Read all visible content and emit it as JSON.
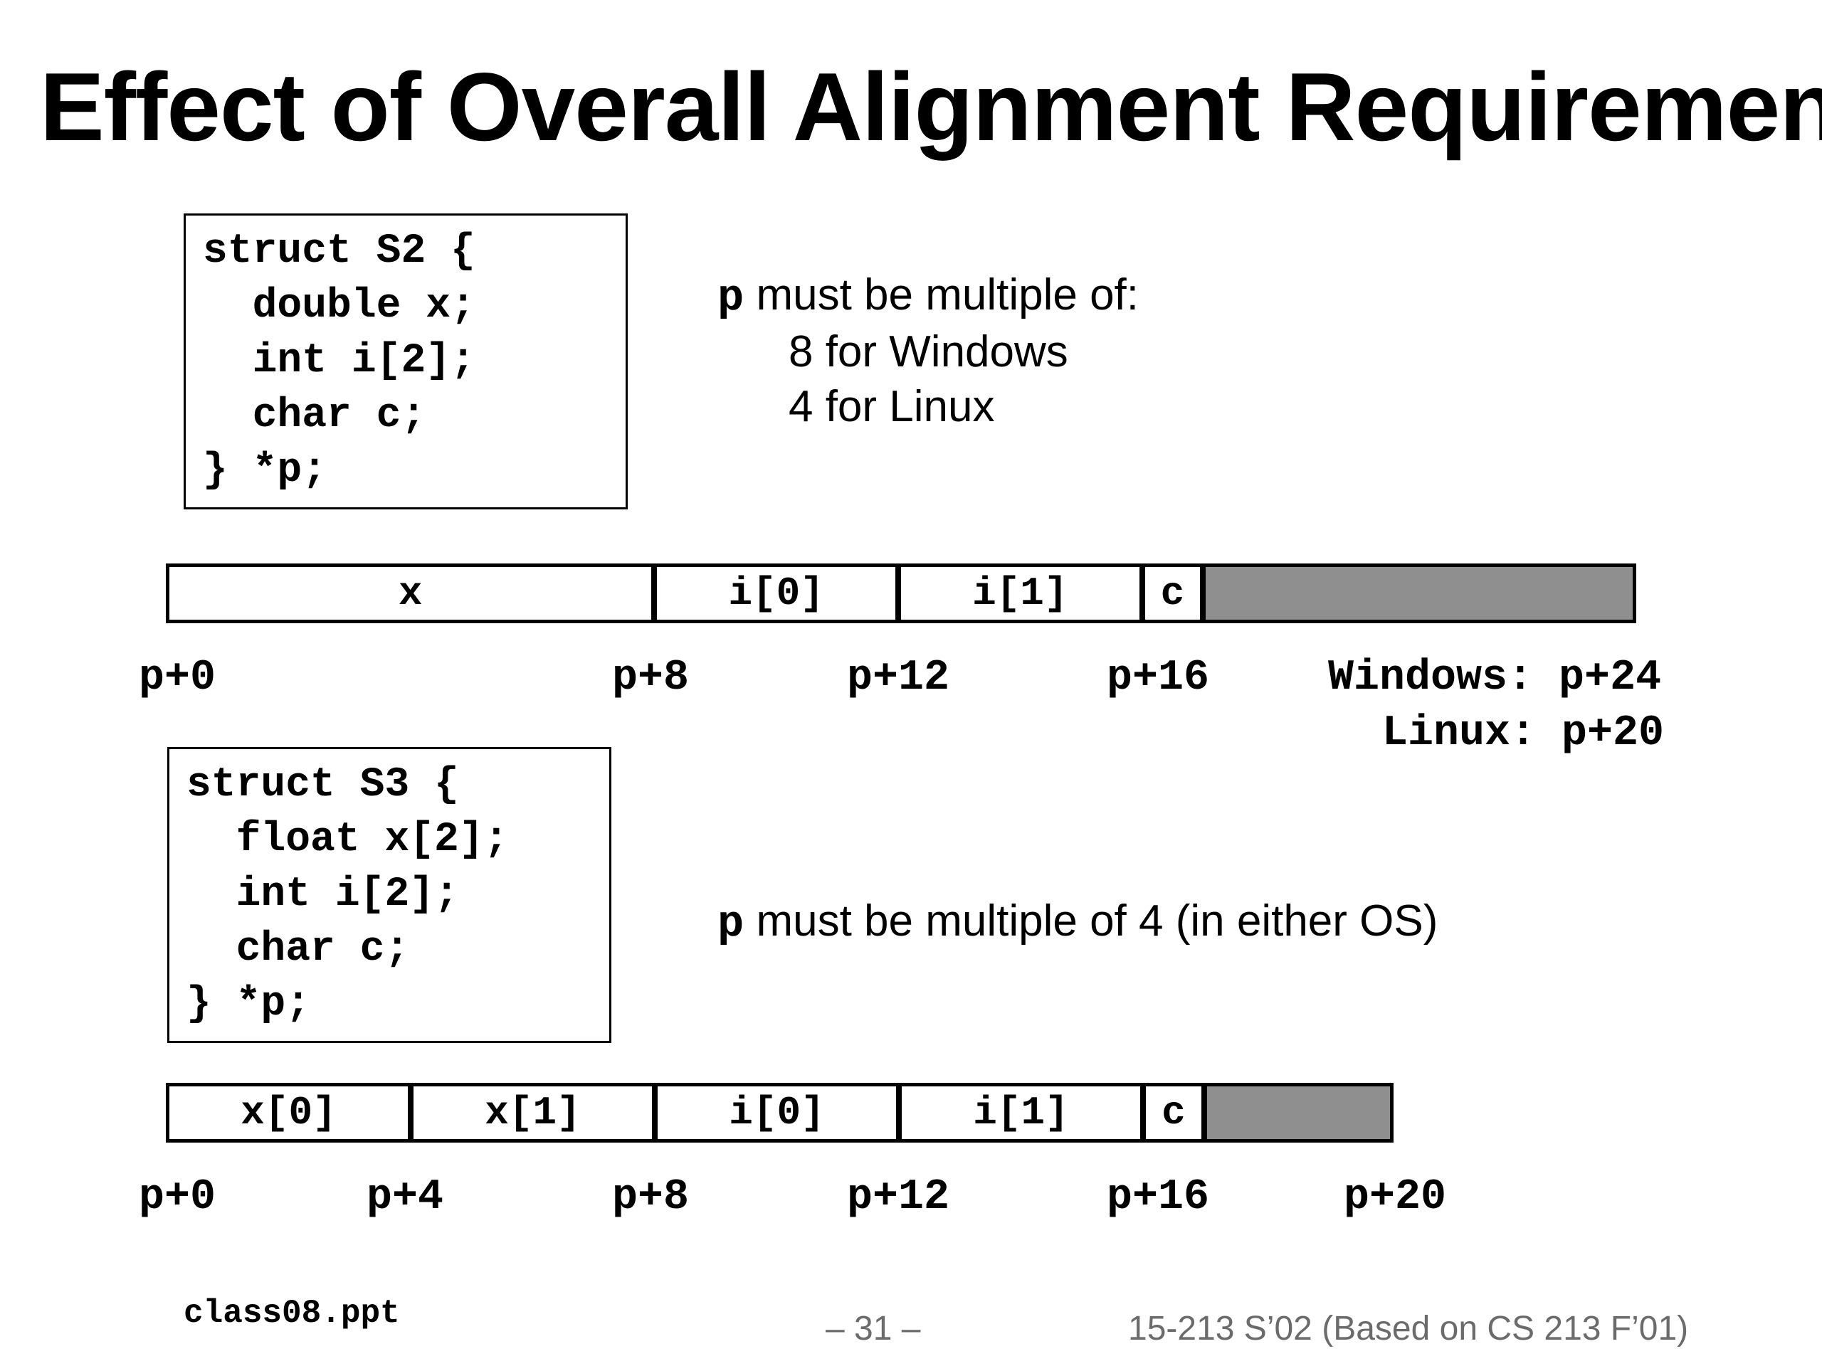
{
  "title": "Effect of Overall Alignment Requirement",
  "s2": {
    "code": [
      "struct S2 {",
      "  double x;",
      "  int i[2];",
      "  char c;",
      "} *p;"
    ],
    "note": {
      "var": "p",
      "text": " must be multiple of:",
      "lines": [
        "8 for Windows",
        "4 for Linux"
      ]
    },
    "cells": [
      {
        "label": "x",
        "bytes": 8
      },
      {
        "label": "i[0]",
        "bytes": 4
      },
      {
        "label": "i[1]",
        "bytes": 4
      },
      {
        "label": "c",
        "bytes": 1
      },
      {
        "label": "",
        "bytes": 7,
        "pad": true
      }
    ],
    "offsets": [
      "p+0",
      "p+8",
      "p+12",
      "p+16"
    ],
    "end_windows": "Windows: p+24",
    "end_linux": "Linux: p+20"
  },
  "s3": {
    "code": [
      "struct S3 {",
      "  float x[2];",
      "  int i[2];",
      "  char c;",
      "} *p;"
    ],
    "note": {
      "var": "p",
      "text": " must be multiple of 4 (in either OS)"
    },
    "cells": [
      {
        "label": "x[0]",
        "bytes": 4
      },
      {
        "label": "x[1]",
        "bytes": 4
      },
      {
        "label": "i[0]",
        "bytes": 4
      },
      {
        "label": "i[1]",
        "bytes": 4
      },
      {
        "label": "c",
        "bytes": 1
      },
      {
        "label": "",
        "bytes": 3,
        "pad": true
      }
    ],
    "offsets": [
      "p+0",
      "p+4",
      "p+8",
      "p+12",
      "p+16",
      "p+20"
    ]
  },
  "footer": {
    "file": "class08.ppt",
    "page": "– 31 –",
    "course": "15-213 S’02 (Based on CS 213 F’01)"
  },
  "colors": {
    "padding": "#8f8f8f",
    "footer_text": "#6b6b6b"
  }
}
